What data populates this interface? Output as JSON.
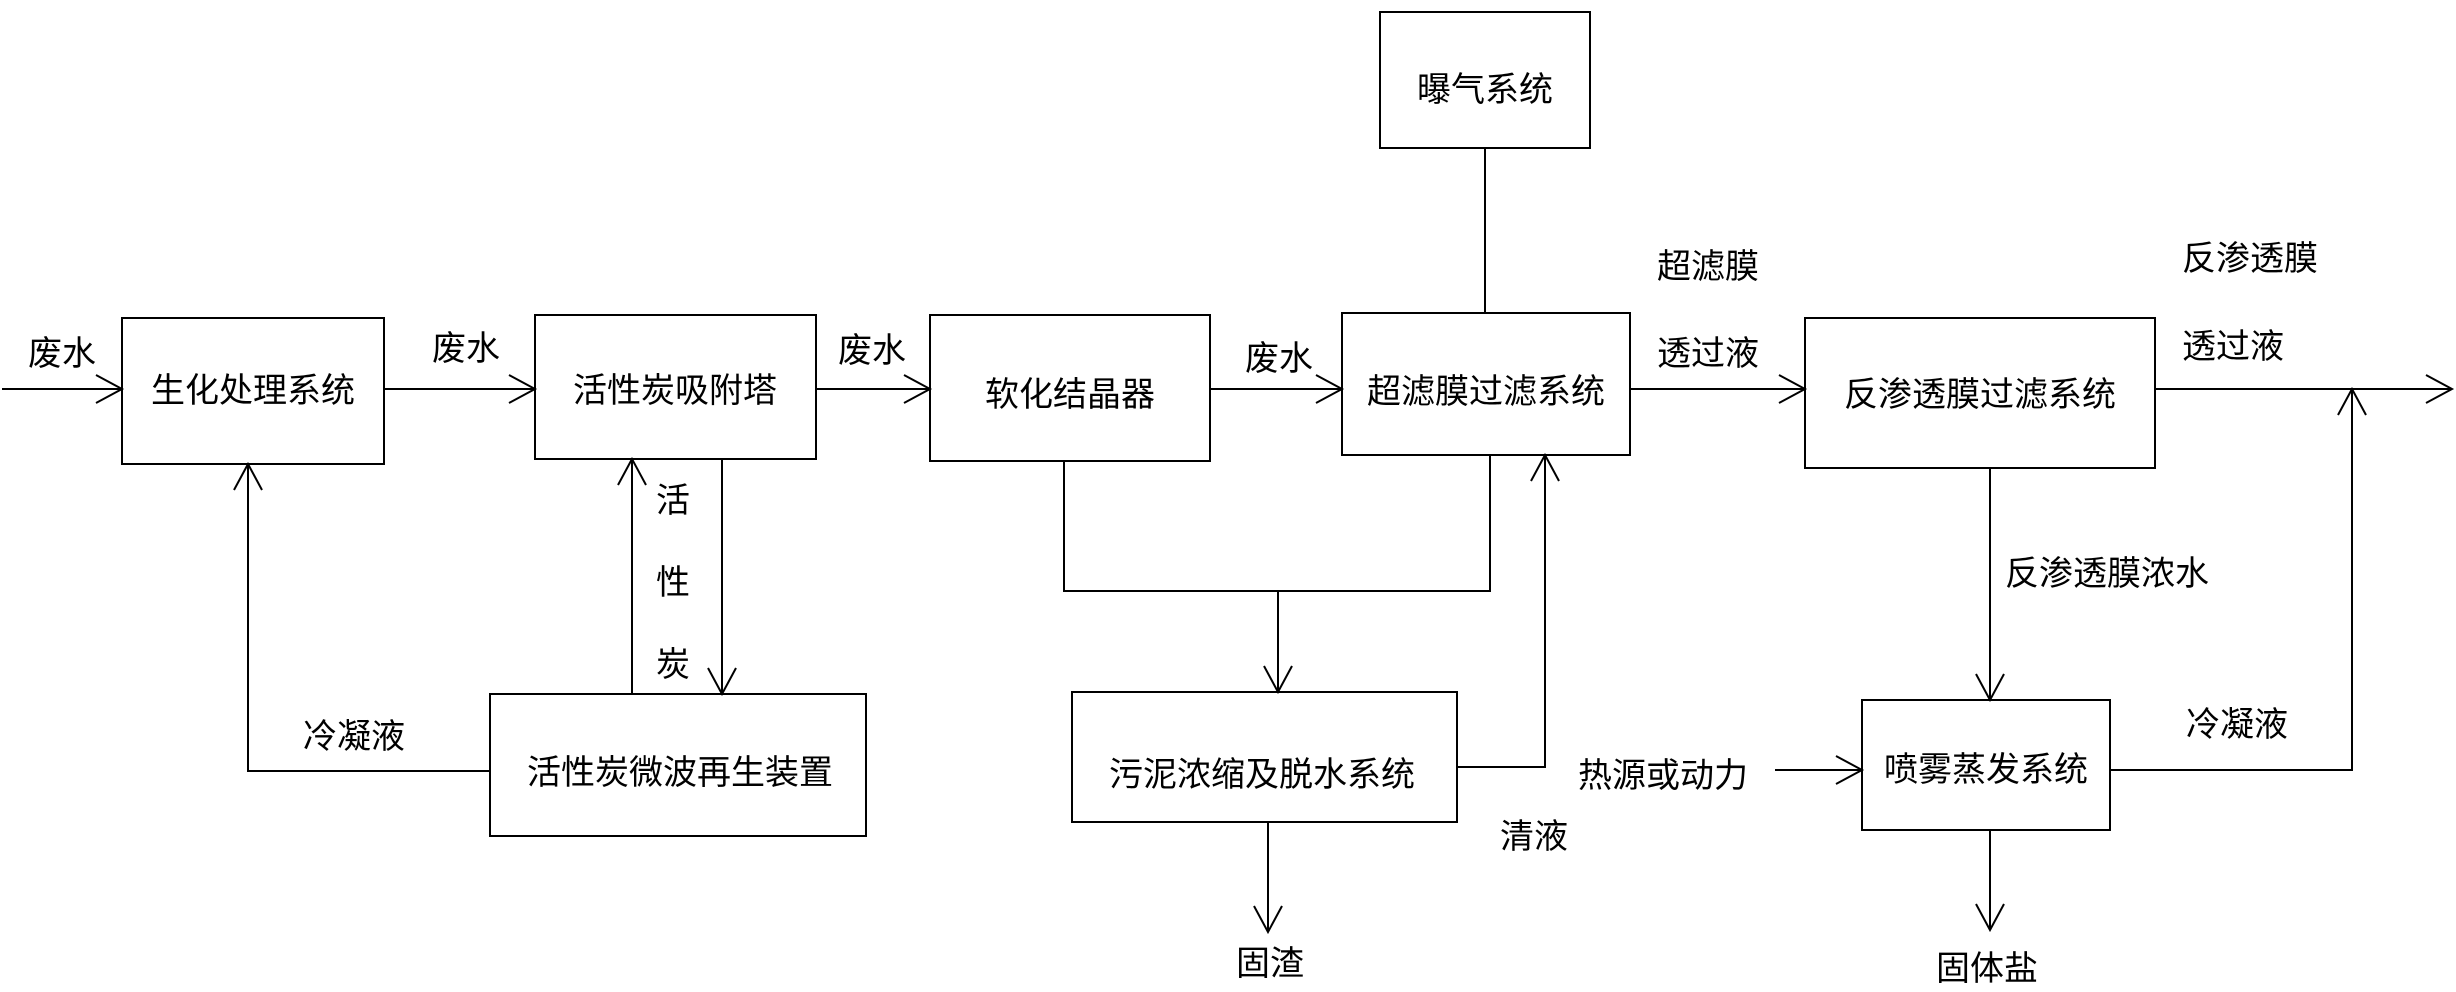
{
  "nodes": {
    "biochem": "生化处理系统",
    "carbon_tower": "活性炭吸附塔",
    "softening": "软化结晶器",
    "uf_system": "超滤膜过滤系统",
    "aeration": "曝气系统",
    "ro_system": "反渗透膜过滤系统",
    "microwave_regen": "活性炭微波再生装置",
    "sludge": "污泥浓缩及脱水系统",
    "spray_evap": "喷雾蒸发系统"
  },
  "labels": {
    "wastewater_in": "废水",
    "wastewater_1": "废水",
    "wastewater_2": "废水",
    "wastewater_3": "废水",
    "carbon_1": "活",
    "carbon_2": "性",
    "carbon_3": "炭",
    "condensate_left": "冷凝液",
    "uf_permeate_1": "超滤膜",
    "uf_permeate_2": "透过液",
    "ro_permeate_1": "反渗透膜",
    "ro_permeate_2": "透过液",
    "ro_concentrate": "反渗透膜浓水",
    "condensate_right": "冷凝液",
    "heat_source": "热源或动力",
    "clear_liquid": "清液",
    "solid_residue": "固渣",
    "solid_salt": "固体盐"
  }
}
